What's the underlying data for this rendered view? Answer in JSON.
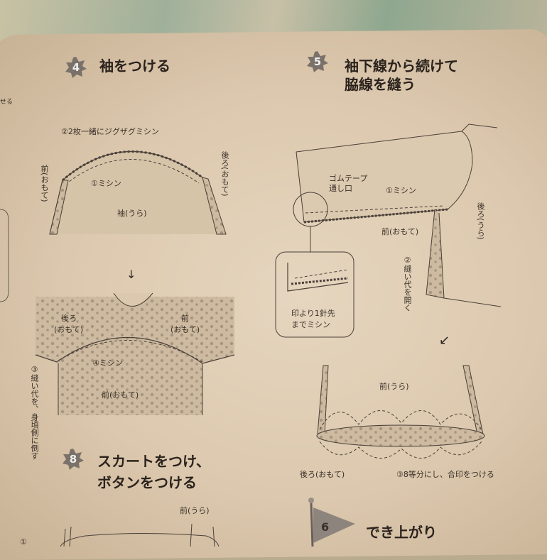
{
  "step4": {
    "number": "4",
    "title": "袖をつける",
    "labels": {
      "zigzag": "②2枚一緒にジグザグミシン",
      "machine": "①ミシン",
      "front": "前(おもて)",
      "back": "後ろ(おもて)",
      "sleeve": "袖(うら)"
    }
  },
  "step4b": {
    "back": "後ろ\n(おもて)",
    "back_l1": "後ろ",
    "back_l2": "(おもて)",
    "front_l1": "前",
    "front_l2": "(おもて)",
    "machine": "④ミシン",
    "front_body": "前(おもて)",
    "note": "③縫い代を、身頃側に倒す"
  },
  "step5": {
    "number": "5",
    "title_line1": "袖下線から続けて",
    "title_line2": "脇線を縫う",
    "labels": {
      "elastic1": "ゴムテープ",
      "elastic2": "通し口",
      "machine": "①ミシン",
      "back": "後ろ(うら)",
      "front": "前(おもて)",
      "open": "②縫い代を開く",
      "detail1": "印より1針先",
      "detail2": "までミシン"
    }
  },
  "step5b": {
    "front": "前(うら)",
    "back": "後ろ(おもて)",
    "mark": "③8等分にし、合印をつける"
  },
  "step8": {
    "number": "8",
    "title_line1": "スカートをつけ、",
    "title_line2": "ボタンをつける",
    "front": "前(うら)",
    "marker": "①"
  },
  "step6": {
    "number": "6",
    "title": "でき上がり"
  },
  "edge_text": "せる"
}
